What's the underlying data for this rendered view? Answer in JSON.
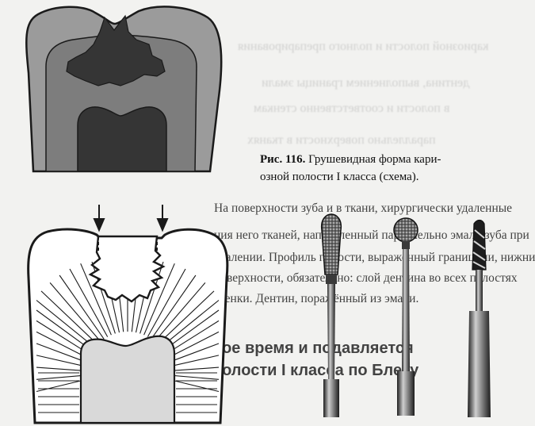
{
  "figure": {
    "caption_number": "Рис. 116.",
    "caption_line1": "Грушевидная форма кари-",
    "caption_line2": "озной полости I класса (схема)."
  },
  "background_text": {
    "lines": [
      "На поверхности зуба и в ткани, хирургически удаленные",
      "ния него тканей, направленный параллельно эмали зуба при",
      "удалении. Профиль полости, выраженный границами, нижний",
      "поверхности, обязательно: слой дентина во всех полостях",
      "стенки. Дентин, поражённый из эмали."
    ],
    "heading_line1": "ное время и подавляется",
    "heading_line2": "полости I класса по Блеку"
  },
  "colors": {
    "paper": "#f2f2f0",
    "enamel": "#9b9b9b",
    "dentin": "#7d7d7d",
    "pulp_and_caries": "#353535",
    "outline": "#1a1a1a"
  }
}
